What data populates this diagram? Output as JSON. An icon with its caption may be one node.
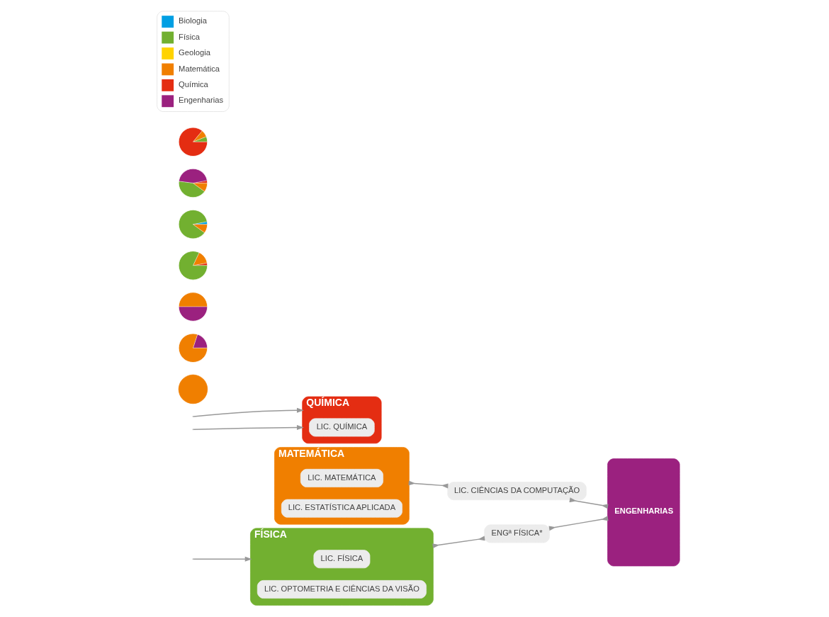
{
  "diagram": {
    "nodes": [
      {
        "text": [
          "MATEMÁTICA"
        ]
      },
      {
        "text": [
          "LIC. MATEMÁTICA"
        ],
        "in": 0
      },
      {
        "text": [
          "LIC. ESTATÍSTICA APLICADA"
        ],
        "in": 0
      },
      {
        "text": [
          "LIC. CIÊNCIAS DA COMPUTAÇÃO"
        ]
      },
      {
        "text": [
          "ENGENHARIAS"
        ]
      },
      {
        "text": [
          "FÍSICA"
        ]
      },
      {
        "text": [
          "LIC. FÍSICA"
        ],
        "in": 5
      },
      {
        "text": [
          "LIC. OPTOMETRIA E CIÊNCIAS DA VISÃO"
        ],
        "in": 5
      },
      {
        "text": [
          "ENGª FÍSICA*"
        ]
      },
      {
        "text": [
          "QUÍMICA"
        ]
      },
      {
        "text": [
          "LIC. QUÍMICA"
        ],
        "in": 9
      },
      {
        "text": [],
        "shape": "pie"
      },
      {
        "text": [],
        "shape": "pie"
      },
      {
        "text": [],
        "shape": "pie"
      },
      {
        "text": [],
        "shape": "pie"
      },
      {
        "text": [],
        "shape": "pie"
      },
      {
        "text": [],
        "shape": "pie"
      },
      {
        "text": [],
        "shape": "pie"
      }
    ],
    "edges": [
      {
        "from": 0,
        "to": 3,
        "arrow": "other"
      },
      {
        "from": 3,
        "to": 4,
        "arrow": "other"
      },
      {
        "from": 5,
        "to": 8,
        "arrow": "other"
      },
      {
        "from": 8,
        "to": 4,
        "arrow": "other"
      },
      {
        "from": null,
        "to": 5,
        "arrow": "to"
      },
      {
        "from": null,
        "to": 9,
        "arrow": "to"
      },
      {
        "from": null,
        "to": 9,
        "arrow": "to"
      }
    ],
    "legend": [
      {
        "text": "Biologia",
        "color": "#009fe3"
      },
      {
        "text": "Física",
        "color": "#72b030"
      },
      {
        "text": "Geologia",
        "color": "#ffd300"
      },
      {
        "text": "Matemática",
        "color": "#f07f00"
      },
      {
        "text": "Química",
        "color": "#e42d12"
      },
      {
        "text": "Engenharias",
        "color": "#9b217f"
      }
    ]
  }
}
